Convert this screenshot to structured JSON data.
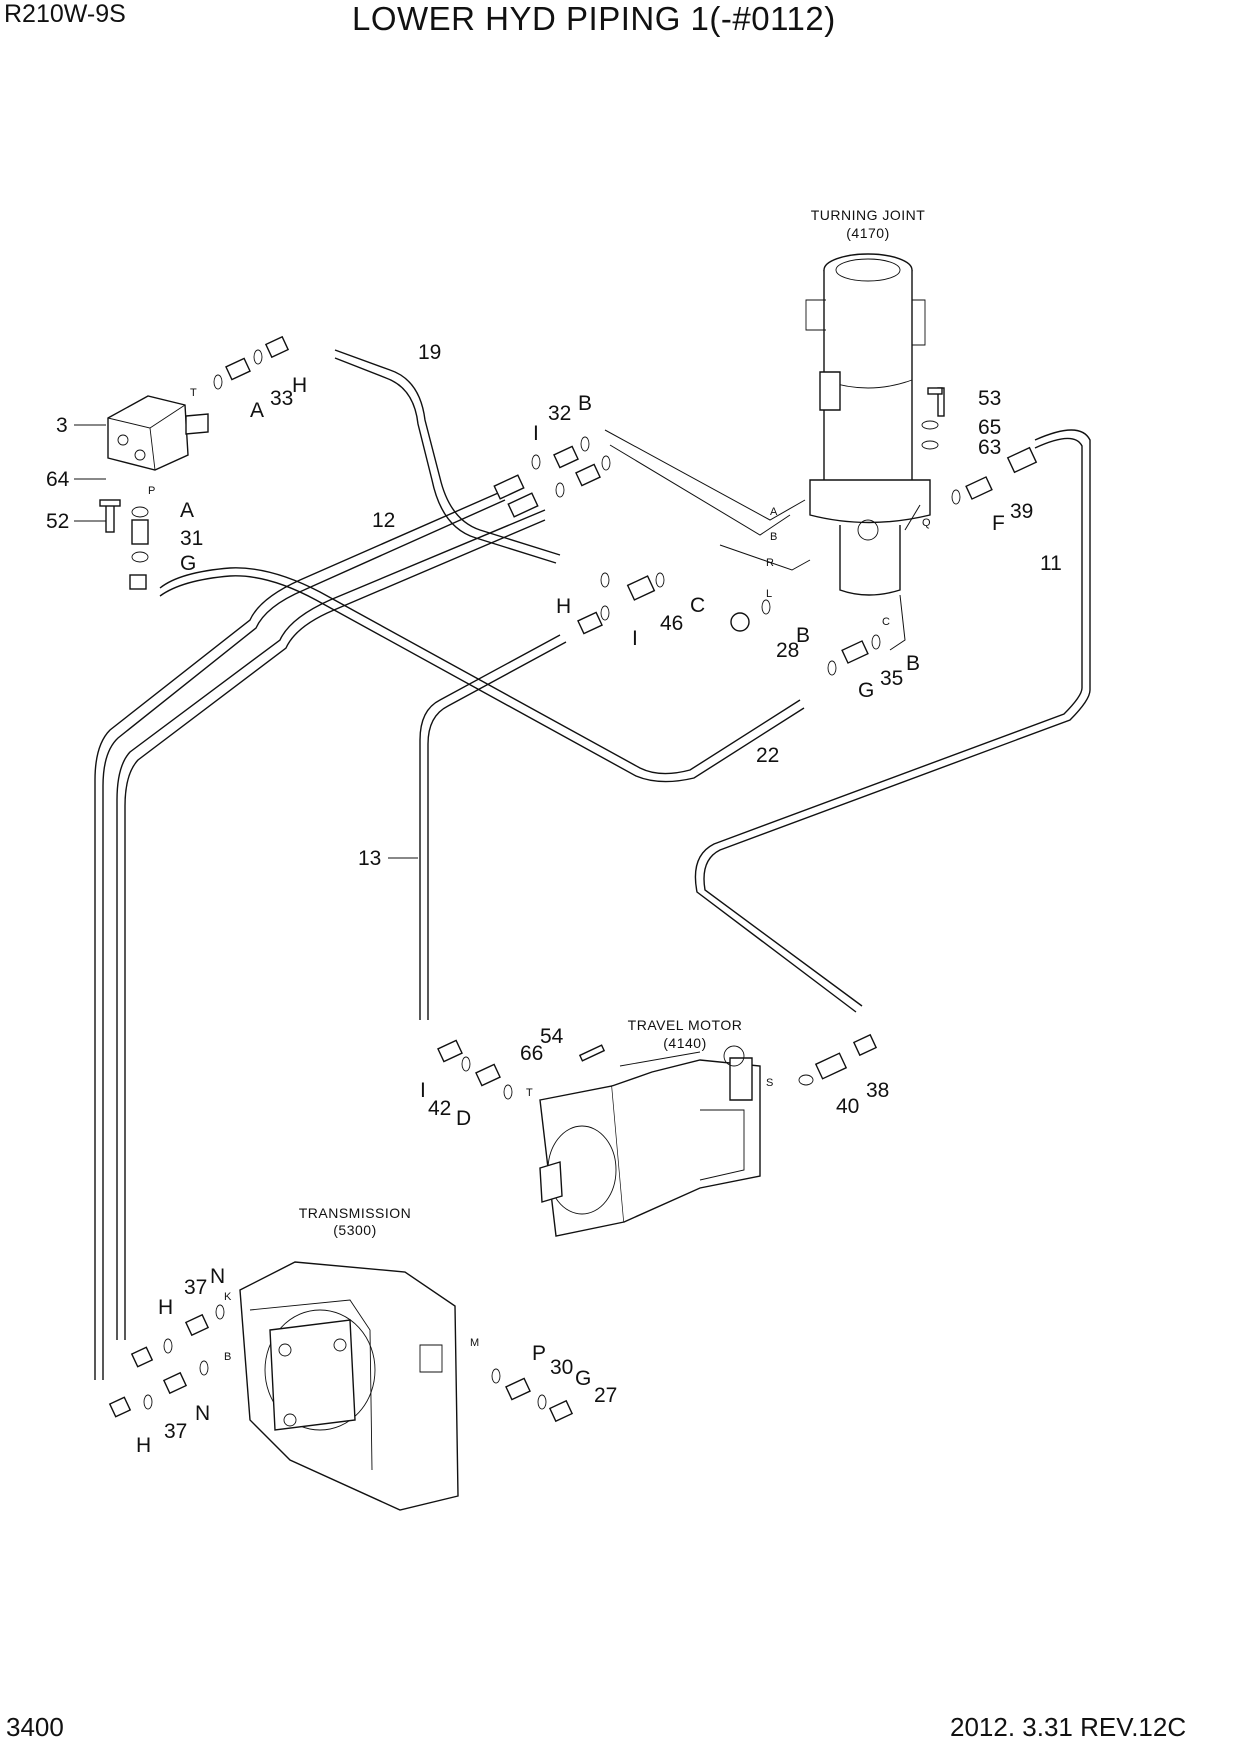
{
  "header": {
    "model": "R210W-9S",
    "title": "LOWER HYD PIPING 1(-#0112)"
  },
  "footer": {
    "page_number": "3400",
    "revision": "2012. 3.31  REV.12C"
  },
  "components": [
    {
      "id": "turning-joint",
      "name": "TURNING JOINT",
      "code": "(4170)"
    },
    {
      "id": "travel-motor",
      "name": "TRAVEL MOTOR",
      "code": "(4140)"
    },
    {
      "id": "transmission",
      "name": "TRANSMISSION",
      "code": "(5300)"
    }
  ],
  "callouts": [
    "3",
    "64",
    "52",
    "A",
    "33",
    "H",
    "19",
    "A",
    "31",
    "G",
    "12",
    "32",
    "B",
    "I",
    "53",
    "65",
    "63",
    "39",
    "F",
    "11",
    "H",
    "46",
    "C",
    "I",
    "28",
    "B",
    "35",
    "B",
    "G",
    "22",
    "13",
    "54",
    "66",
    "I",
    "42",
    "D",
    "38",
    "40",
    "37",
    "N",
    "H",
    "37",
    "N",
    "H",
    "P",
    "30",
    "G",
    "27"
  ],
  "port_letters": [
    "T",
    "P",
    "A",
    "B",
    "R",
    "L",
    "C",
    "Q",
    "T",
    "S",
    "K",
    "B",
    "M"
  ]
}
